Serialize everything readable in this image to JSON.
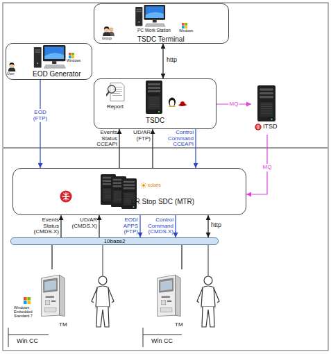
{
  "diagram": {
    "nodes": [
      {
        "text": [
          "PC Work Station",
          "TSDC Terminal"
        ]
      },
      {
        "text": [
          "EOD Generator"
        ]
      },
      {
        "text": [
          "Report",
          "TSDC"
        ]
      },
      {
        "text": [
          "ITSD"
        ]
      },
      {
        "text": [
          "LR Stop SDC (MTR)"
        ]
      },
      {
        "text": [
          "10base2"
        ]
      },
      {
        "text": [
          "TM"
        ]
      },
      {
        "text": [
          "TM"
        ]
      }
    ],
    "edges": [
      {
        "from": 1,
        "to": 4,
        "arrow": "to",
        "label": "EOD (FTP)"
      },
      {
        "from": 0,
        "to": 2,
        "arrow": "both",
        "label": "http"
      },
      {
        "from": 2,
        "to": 3,
        "arrow": "to",
        "label": "MQ"
      },
      {
        "from": 3,
        "to": 4,
        "arrow": "to",
        "label": "MQ"
      },
      {
        "from": 4,
        "to": 2,
        "arrow": "to",
        "label": "Events Status CCEAPI"
      },
      {
        "from": 4,
        "to": 2,
        "arrow": "to",
        "label": "UD/AR (FTP)"
      },
      {
        "from": 2,
        "to": 4,
        "arrow": "to",
        "label": "Control Command CCEAPI"
      },
      {
        "from": 5,
        "to": 4,
        "arrow": "to",
        "label": "Events Status (CMDS.X)"
      },
      {
        "from": 5,
        "to": 4,
        "arrow": "to",
        "label": "UD/AR (CMDS.X)"
      },
      {
        "from": 4,
        "to": 5,
        "arrow": "to",
        "label": "EOD/ APPS (FTP)"
      },
      {
        "from": 4,
        "to": 5,
        "arrow": "to",
        "label": "Control Command (CMDS.X)"
      },
      {
        "from": 4,
        "to": 5,
        "arrow": "both",
        "label": "http"
      },
      {
        "from": 5,
        "to": 6,
        "arrow": "none"
      },
      {
        "from": 5,
        "to": 7,
        "arrow": "none"
      }
    ],
    "labels": [
      "Windows",
      "User",
      "Windows",
      "Group",
      "solaris",
      "Windows Embedded Standard 7",
      "Win CC",
      "Win CC"
    ]
  }
}
